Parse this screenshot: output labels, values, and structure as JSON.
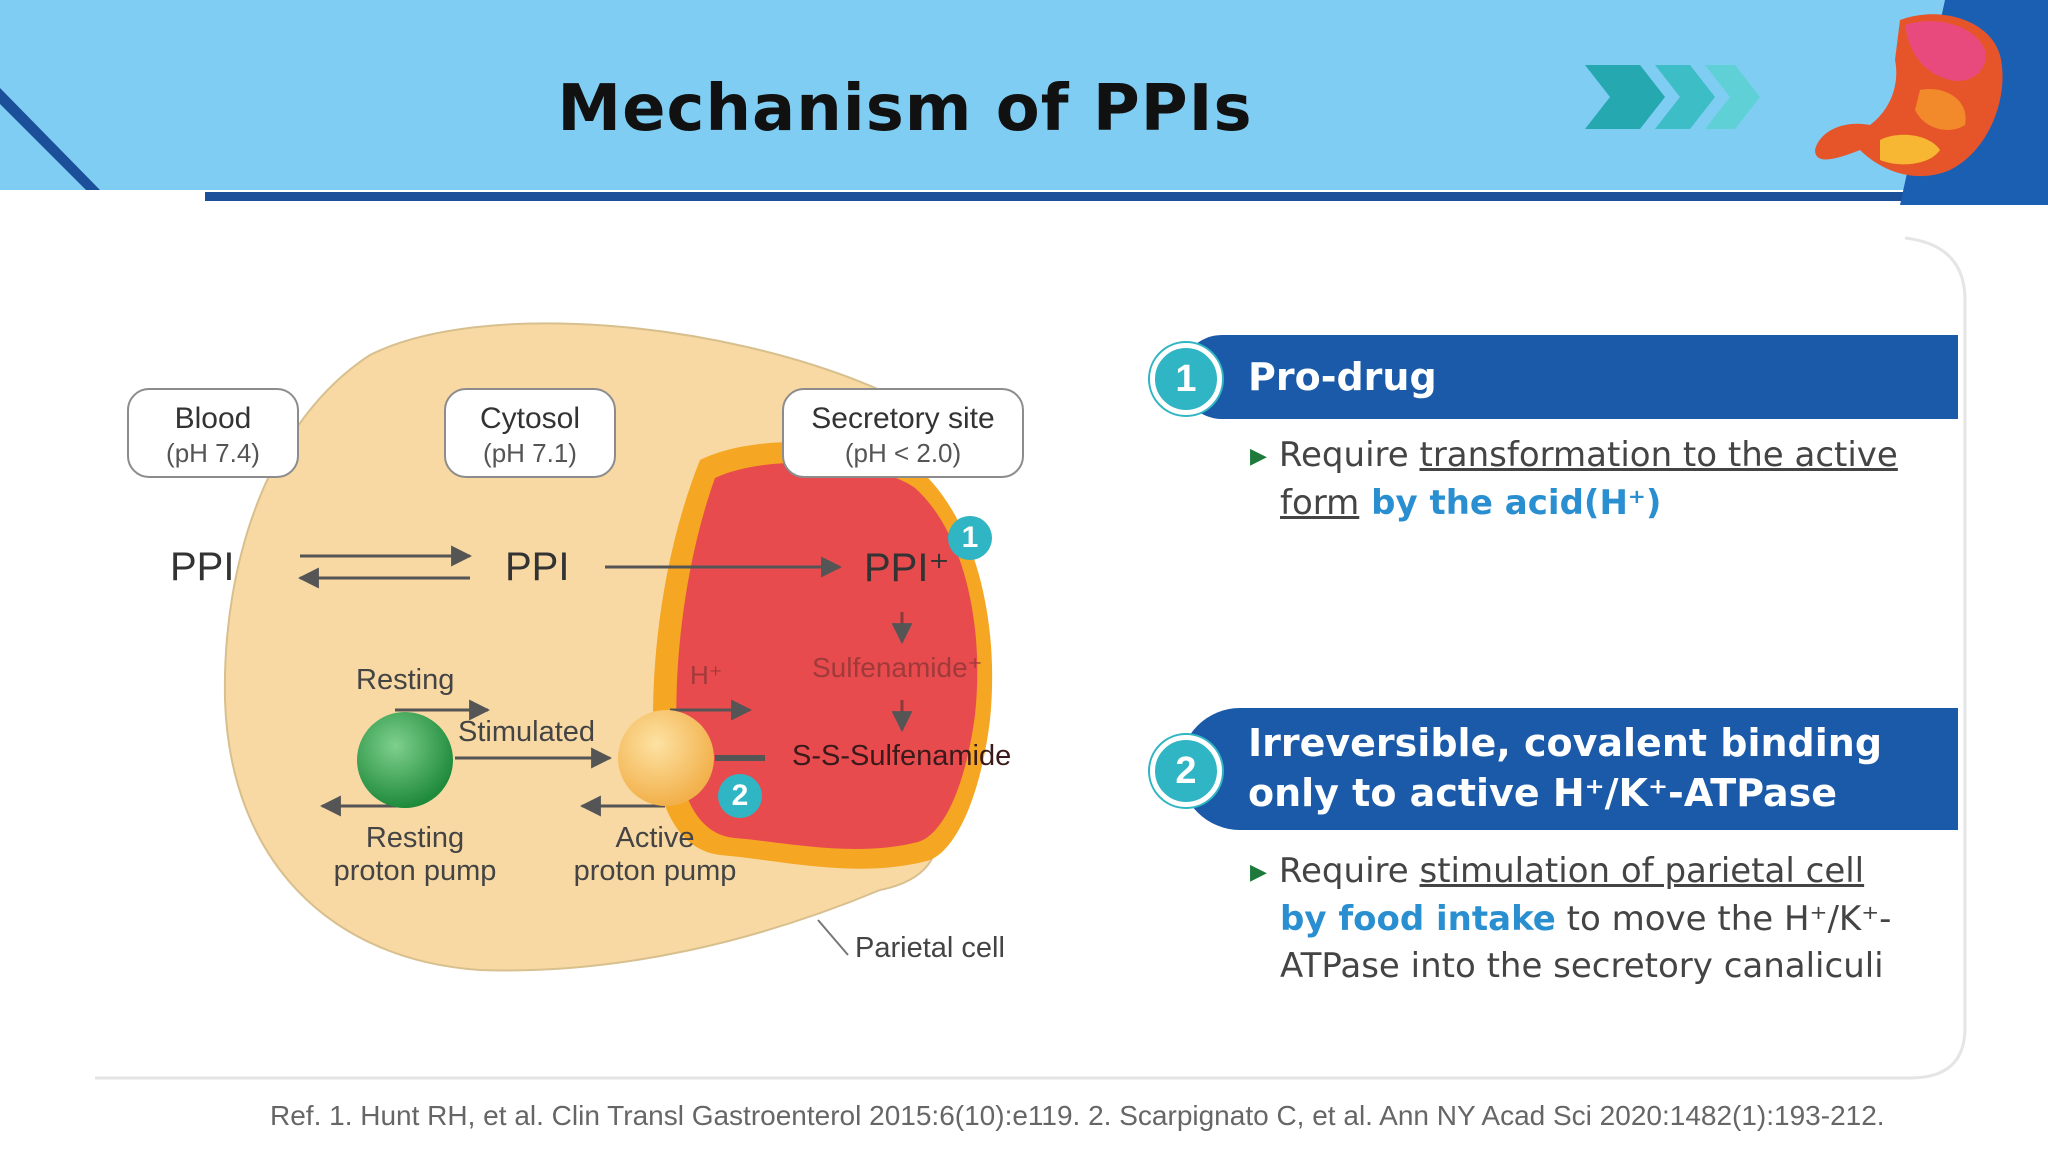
{
  "title": "Mechanism of PPIs",
  "colors": {
    "header_bg": "#7fcdf3",
    "banner": "#1a5aa8",
    "badge": "#2fb5c3",
    "cell": "#f8d9a4",
    "lumen": "#e84b4e",
    "highlight": "#2a8fd0"
  },
  "diagram": {
    "cards": [
      {
        "name": "Blood",
        "ph": "(pH 7.4)"
      },
      {
        "name": "Cytosol",
        "ph": "(pH 7.1)"
      },
      {
        "name": "Secretory site",
        "ph": "(pH < 2.0)"
      }
    ],
    "ppi_blood": "PPI",
    "ppi_cytosol": "PPI",
    "ppi_plus": "PPI⁺",
    "h_plus": "H⁺",
    "sulfenamide": "Sulfenamide⁺",
    "ss_sulfenamide": "S-S-Sulfenamide",
    "resting": "Resting",
    "stimulated": "Stimulated",
    "resting_pump_1": "Resting",
    "resting_pump_2": "proton pump",
    "active_pump_1": "Active",
    "active_pump_2": "proton pump",
    "parietal_cell": "Parietal cell",
    "badge_1": "1",
    "badge_2": "2"
  },
  "points": [
    {
      "number": "1",
      "heading": "Pro-drug",
      "bullet_parts": [
        "Require ",
        "transformation to the active",
        "form",
        " by the acid(H⁺)"
      ]
    },
    {
      "number": "2",
      "heading_line1": "Irreversible, covalent binding",
      "heading_line2": "only to active H⁺/K⁺-ATPase",
      "bullet_parts": [
        "Require ",
        "stimulation of parietal cell",
        "by food intake",
        " to move the H⁺/K⁺-",
        "ATPase into the secretory canaliculi"
      ]
    }
  ],
  "reference": "Ref. 1. Hunt RH, et al. Clin Transl Gastroenterol 2015:6(10):e119. 2. Scarpignato C, et al. Ann NY Acad Sci 2020:1482(1):193-212."
}
